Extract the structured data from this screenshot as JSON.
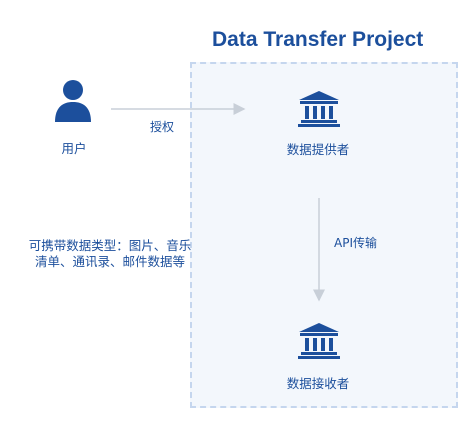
{
  "title": "Data Transfer Project",
  "nodes": {
    "user": "用户",
    "provider": "数据提供者",
    "receiver": "数据接收者"
  },
  "edges": {
    "authorize": "授权",
    "api_transfer": "API传输"
  },
  "note": "可携带数据类型：图片、音乐清单、通讯录、邮件数据等",
  "colors": {
    "primary": "#1c4f9c",
    "box_fill": "#f3f7fc",
    "box_border": "#c5d6ee",
    "arrow": "#c8cfd8"
  },
  "icons": {
    "user": "person-icon",
    "provider": "institution-icon",
    "receiver": "institution-icon"
  }
}
